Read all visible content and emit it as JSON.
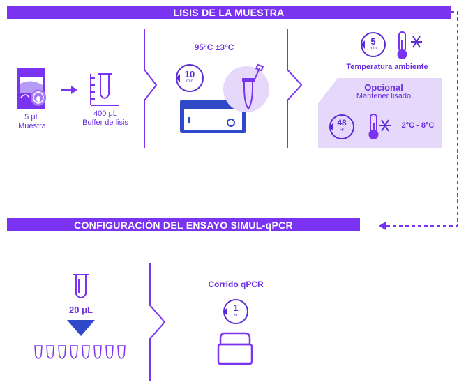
{
  "section1": {
    "title": "LISIS DE LA MUESTRA",
    "sample_volume": "5 μL",
    "sample_label": "Muestra",
    "buffer_volume": "400 μL",
    "buffer_label": "Buffer de lisis",
    "heat_temp": "95°C ±3°C",
    "heat_timer_value": "10",
    "heat_timer_unit": "min",
    "room_timer_value": "5",
    "room_timer_unit": "min",
    "room_label": "Temperatura ambiente",
    "optional_title": "Opcional",
    "optional_subtitle": "Mantener lisado",
    "optional_timer_value": "48",
    "optional_timer_unit": "Hr",
    "optional_temp": "2°C - 8°C"
  },
  "section2": {
    "title": "CONFIGURACIÓN DEL ENSAYO SIMUL-qPCR",
    "dispense_volume": "20 μL",
    "run_label": "Corrido qPCR",
    "run_timer_value": "1",
    "run_timer_unit": "hr"
  },
  "colors": {
    "accent": "#7a33f0",
    "text": "#5b2bd6",
    "light": "#e6d8fb"
  },
  "icons": [
    "specimen-cup-icon",
    "arrow-right-icon",
    "graduated-tube-icon",
    "timer-icon",
    "heat-block-icon",
    "microtube-icon",
    "thermometer-icon",
    "snowflake-icon",
    "pipette-tube-icon",
    "chevron-down-icon",
    "pcr-strip-icon",
    "qpcr-machine-icon"
  ]
}
